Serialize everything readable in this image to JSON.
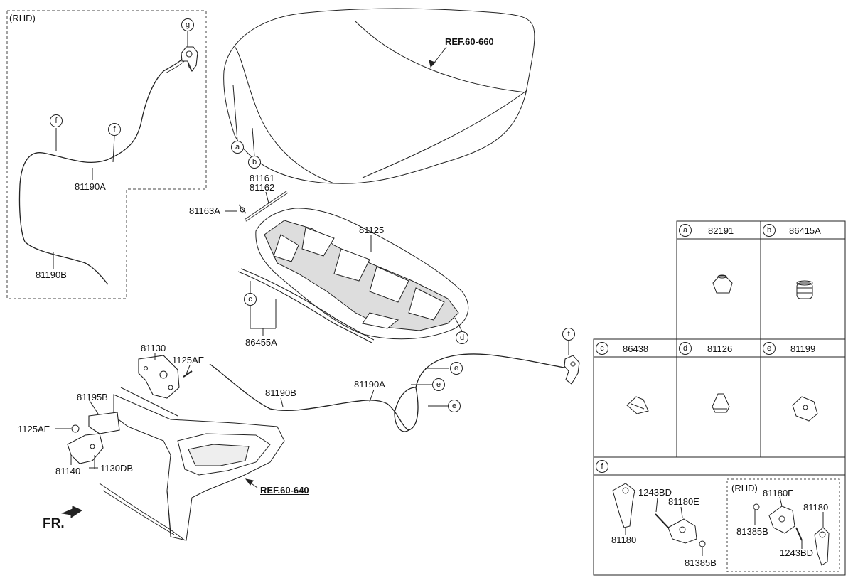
{
  "rhd_box": {
    "label": "(RHD)",
    "callouts": {
      "g": "g",
      "f1": "f",
      "f2": "f"
    },
    "parts": {
      "cable_upper": "81190A",
      "cable_lower": "81190B"
    }
  },
  "hood": {
    "ref": "REF.60-660",
    "callouts": {
      "a": "a",
      "b": "b"
    }
  },
  "stay": {
    "part_a": "81161",
    "part_b": "81162",
    "holder": "81163A"
  },
  "insulator": {
    "part": "81125",
    "callout_d": "d"
  },
  "weatherstrip": {
    "part": "86455A",
    "callout_c": "c"
  },
  "latch": {
    "latch_part": "81130",
    "bolt_upper": "1125AE",
    "bracket": "81195B",
    "bolt_left": "1125AE",
    "hook": "81140",
    "bolt_lower": "1130DB",
    "cable_b": "81190B",
    "cable_a": "81190A",
    "ref": "REF.60-640",
    "fr": "FR."
  },
  "lhd_cable": {
    "callout_f": "f",
    "callouts_e": [
      "e",
      "e",
      "e"
    ]
  },
  "table": {
    "row1": [
      {
        "letter": "a",
        "part": "82191"
      },
      {
        "letter": "b",
        "part": "86415A"
      }
    ],
    "row2": [
      {
        "letter": "c",
        "part": "86438"
      },
      {
        "letter": "d",
        "part": "81126"
      },
      {
        "letter": "e",
        "part": "81199"
      }
    ],
    "row3": {
      "letter": "f",
      "lhd": {
        "handle": "81180",
        "bolt": "1243BD",
        "lever": "81180E",
        "nut": "81385B"
      },
      "rhd": {
        "label": "(RHD)",
        "lever": "81180E",
        "handle": "81180",
        "nut": "81385B",
        "bolt": "1243BD"
      }
    }
  }
}
